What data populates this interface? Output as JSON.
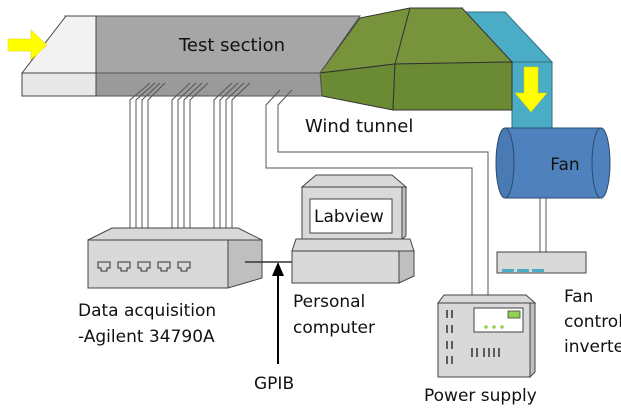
{
  "labels": {
    "test_section": "Test section",
    "wind_tunnel": "Wind tunnel",
    "fan": "Fan",
    "labview": "Labview",
    "data_acq_line1": "Data acquisition",
    "data_acq_line2": "-Agilent 34790A",
    "pc_line1": "Personal",
    "pc_line2": "computer",
    "gpib": "GPIB",
    "inverter_line1": "Fan",
    "inverter_line2": "control",
    "inverter_line3": "inverter",
    "power_supply": "Power supply"
  },
  "colors": {
    "inlet": "#f2f2f2",
    "test_section": "#a6a6a6",
    "diffuser": "#77933c",
    "duct": "#4bacc6",
    "fan": "#4f81bd",
    "arrow": "#ffff00",
    "equipment": "#d9d9d9",
    "screen": "#ffffff",
    "led": "#92d050"
  },
  "icons": {
    "inlet_arrow": "yellow-right-arrow-icon",
    "exhaust_arrow": "yellow-down-arrow-icon",
    "daq_ports": "ethernet-port-icon",
    "gpib_arrow": "up-arrow-icon"
  }
}
